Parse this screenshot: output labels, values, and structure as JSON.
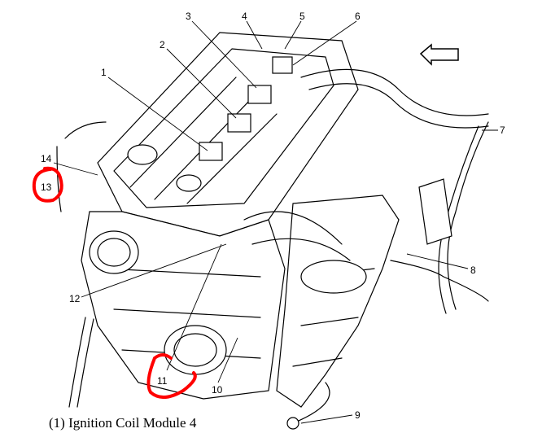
{
  "diagram": {
    "callouts": [
      "1",
      "2",
      "3",
      "4",
      "5",
      "6",
      "7",
      "8",
      "9",
      "10",
      "11",
      "12",
      "13",
      "14"
    ],
    "highlighted": [
      "11",
      "13"
    ],
    "highlight_color": "#ff0000",
    "direction_arrow": "arrow-left-icon"
  },
  "caption": "(1)  Ignition Coil Module 4"
}
